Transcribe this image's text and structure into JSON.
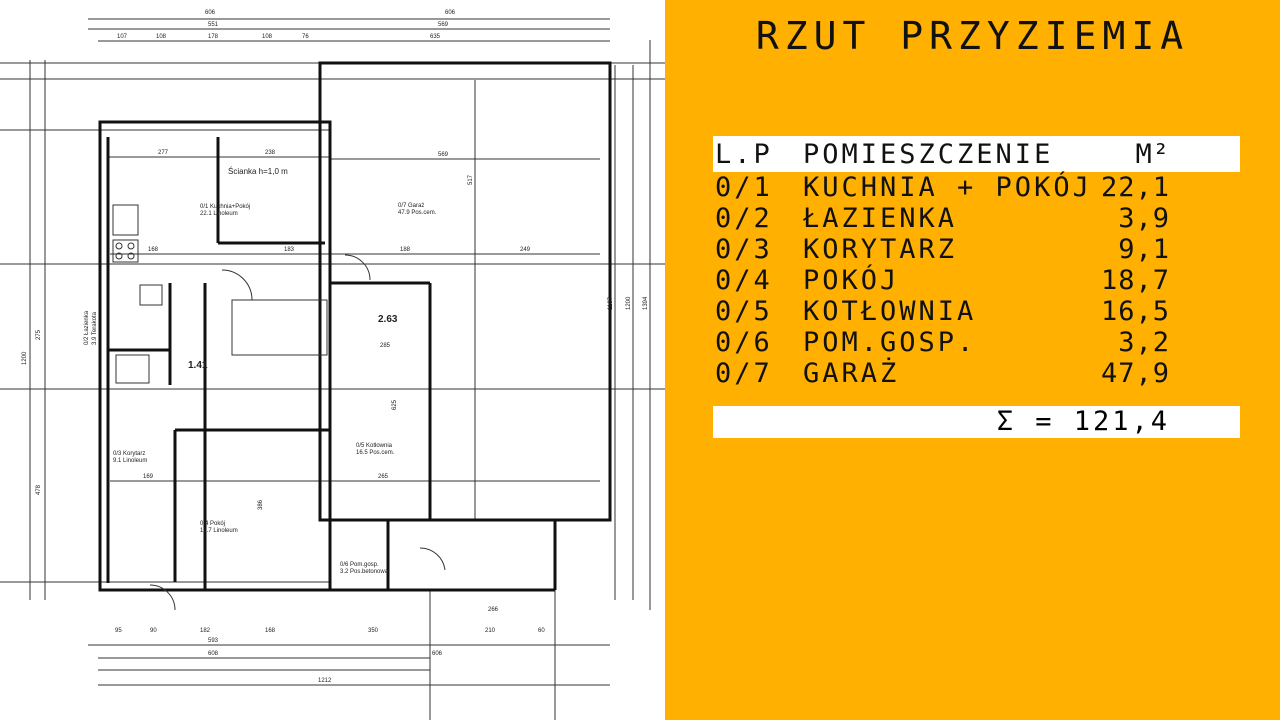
{
  "title": "RZUT PRZYZIEMIA",
  "table": {
    "headers": {
      "lp": "L.P",
      "room": "POMIESZCZENIE",
      "area": "M²"
    },
    "rows": [
      {
        "lp": "0/1",
        "room": "KUCHNIA + POKÓJ",
        "area": "22,1"
      },
      {
        "lp": "0/2",
        "room": "ŁAZIENKA",
        "area": "3,9"
      },
      {
        "lp": "0/3",
        "room": "KORYTARZ",
        "area": "9,1"
      },
      {
        "lp": "0/4",
        "room": "POKÓJ",
        "area": "18,7"
      },
      {
        "lp": "0/5",
        "room": "KOTŁOWNIA",
        "area": "16,5"
      },
      {
        "lp": "0/6",
        "room": "POM.GOSP.",
        "area": "3,2"
      },
      {
        "lp": "0/7",
        "room": "GARAŻ",
        "area": "47,9"
      }
    ],
    "total": "Σ = 121,4"
  },
  "plan": {
    "rooms": [
      {
        "id": "0/1 Kuchnia+Pokój",
        "info": "22.1 Linoleum"
      },
      {
        "id": "0/7 Garaż",
        "info": "47.9 Pos.cem."
      },
      {
        "id": "0/2 Łazienka",
        "info": "3.9 Terakota"
      },
      {
        "id": "0/3 Korytarz",
        "info": "9.1 Linoleum"
      },
      {
        "id": "0/4 Pokój",
        "info": "18.7 Linoleum"
      },
      {
        "id": "0/5 Kotłownia",
        "info": "16.5 Pos.cem."
      },
      {
        "id": "0/6 Pom.gosp.",
        "info": "3.2 Pos.betonowa"
      }
    ],
    "note": "Ścianka h=1,0 m",
    "levels": [
      "1.41",
      "2.63"
    ],
    "dims_top": [
      "606",
      "606",
      "551",
      "569",
      "107",
      "108",
      "178",
      "108",
      "76",
      "635"
    ],
    "dims_bottom": [
      "95",
      "90",
      "182",
      "168",
      "350",
      "210",
      "60",
      "266",
      "593",
      "608",
      "606",
      "1212"
    ],
    "dims_right": [
      "1167",
      "1200",
      "1394"
    ],
    "dims_inner": [
      "277",
      "238",
      "569",
      "517",
      "168",
      "183",
      "188",
      "249",
      "285",
      "625",
      "169",
      "265",
      "386",
      "478",
      "275",
      "1200"
    ]
  }
}
